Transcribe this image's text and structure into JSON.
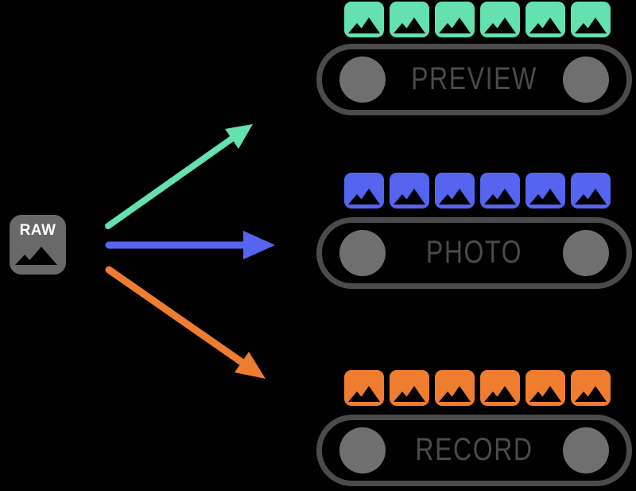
{
  "background_color": "#000000",
  "source": {
    "label": "RAW",
    "box_color": "#696969",
    "label_color": "#ffffff",
    "icon": "mountains-icon"
  },
  "streams": [
    {
      "name": "preview",
      "label": "PREVIEW",
      "color": "#64E1AF",
      "frame_count": 6
    },
    {
      "name": "photo",
      "label": "PHOTO",
      "color": "#5565EF",
      "frame_count": 6
    },
    {
      "name": "record",
      "label": "RECORD",
      "color": "#EE7D30",
      "frame_count": 6
    }
  ],
  "pill": {
    "border_color": "#4b4b4b",
    "roller_color": "#6f6f6f",
    "label_color": "#4a4a4a"
  }
}
